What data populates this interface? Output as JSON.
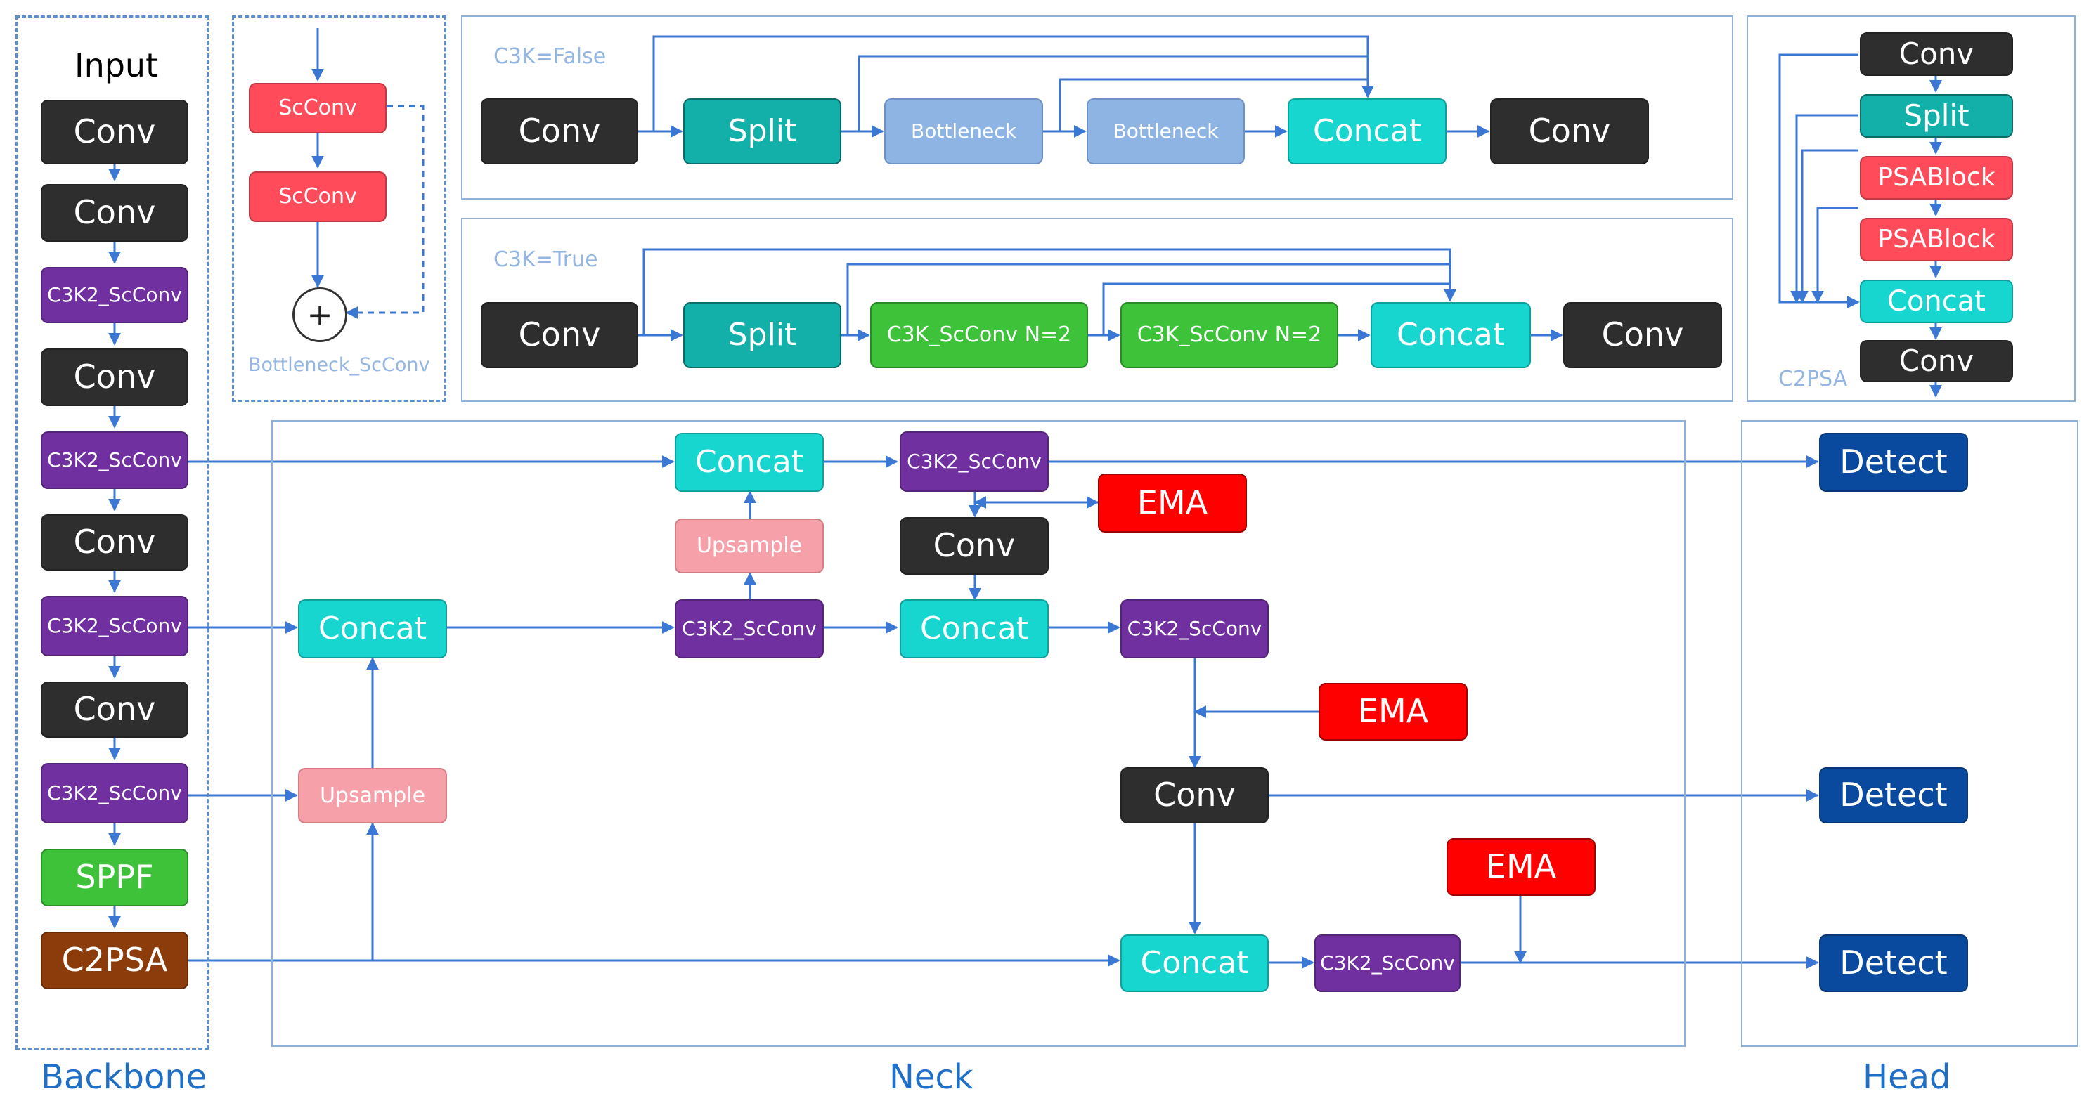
{
  "labels": {
    "backbone": "Backbone",
    "neck": "Neck",
    "head": "Head",
    "input": "Input",
    "c3k_false": "C3K=False",
    "c3k_true": "C3K=True",
    "bottleneck_scconv": "Bottleneck_ScConv",
    "c2psa_caption": "C2PSA"
  },
  "blocks": {
    "conv": "Conv",
    "c3k2": "C3K2_ScConv",
    "sppf": "SPPF",
    "c2psa": "C2PSA",
    "concat": "Concat",
    "upsample": "Upsample",
    "ema": "EMA",
    "detect": "Detect",
    "split": "Split",
    "bottleneck": "Bottleneck",
    "scconv": "ScConv",
    "c3k_scconv": "C3K_ScConv N=2",
    "psablock": "PSABlock",
    "plus": "+"
  },
  "colors": {
    "conv": "#2e2e2e",
    "c3k2": "#7030a0",
    "concat": "#16d6cf",
    "split": "#12b0a8",
    "bottleneck": "#8eb4e3",
    "scconv": "#ff4b5a",
    "c3k_scconv": "#3dc23a",
    "upsample": "#f6a0aa",
    "ema": "#ff0000",
    "detect": "#0a4a9e",
    "sppf": "#3dc23a",
    "c2psa": "#8b3c0a",
    "arrow": "#3b78d4",
    "frame": "#8fb0d8",
    "label": "#1f6fc6"
  }
}
